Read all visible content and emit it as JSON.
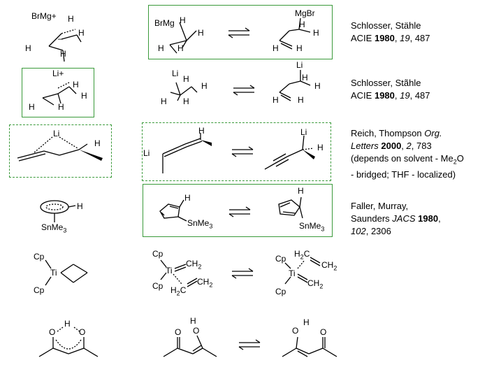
{
  "rows": [
    {
      "left": {
        "labels": [
          "BrMg+",
          "H",
          "H",
          "H",
          "H",
          "–"
        ]
      },
      "middle": {
        "left_labels": [
          "BrMg",
          "H",
          "H",
          "H",
          "H"
        ],
        "right_labels": [
          "MgBr",
          "H",
          "H",
          "H",
          "H"
        ]
      },
      "reference": [
        "Schlosser, Stähle",
        "ACIE",
        "1980",
        "19",
        "487"
      ]
    },
    {
      "left": {
        "labels": [
          "Li+",
          "H",
          "H",
          "H",
          "H"
        ]
      },
      "middle": {
        "left_labels": [
          "Li",
          "H",
          "H",
          "H",
          "H"
        ],
        "right_labels": [
          "Li",
          "H",
          "H",
          "H",
          "H"
        ]
      },
      "reference": [
        "Schlosser, Stãhle",
        "ACIE",
        "1980",
        "19",
        "487"
      ]
    },
    {
      "left": {
        "labels": [
          "Li",
          "H"
        ]
      },
      "middle": {
        "left_labels": [
          "H",
          "Li"
        ],
        "right_labels": [
          "Li",
          "H"
        ]
      },
      "reference": [
        "Reich, Thompson",
        "Org.",
        "Letters",
        "2000",
        "2",
        "783",
        "(depends on solvent - Me",
        "2",
        "O",
        "- bridged; THF - localized)"
      ]
    },
    {
      "left": {
        "labels": [
          "H",
          "SnMe3"
        ]
      },
      "middle": {
        "left_labels": [
          "H",
          "SnMe3"
        ],
        "right_labels": [
          "H",
          "SnMe3"
        ]
      },
      "reference": [
        "Faller, Murray,",
        "Saunders",
        "JACS",
        "1980",
        "102",
        "2306"
      ]
    },
    {
      "left": {
        "labels": [
          "Cp",
          "Ti",
          "Cp"
        ]
      },
      "middle": {
        "left_labels": [
          "Cp",
          "Ti",
          "CH2",
          "Cp",
          "H2C",
          "CH2"
        ],
        "right_labels": [
          "Cp",
          "H2C",
          "CH2",
          "Ti",
          "CH2",
          "Cp"
        ]
      }
    },
    {
      "left": {
        "labels": [
          "O",
          "H",
          "O"
        ]
      },
      "middle": {
        "left_labels": [
          "H",
          "O",
          "O"
        ],
        "right_labels": [
          "O",
          "H",
          "O"
        ]
      }
    }
  ]
}
